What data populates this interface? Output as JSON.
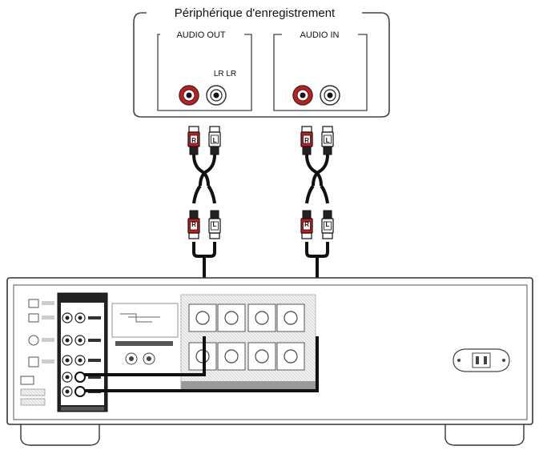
{
  "device": {
    "title": "Périphérique d'enregistrement",
    "audio_out_label": "AUDIO OUT",
    "audio_in_label": "AUDIO IN",
    "lr_label": "LR LR"
  },
  "plugs": {
    "right": "R",
    "left": "L"
  },
  "colors": {
    "red_jack": "#d01818",
    "white_jack": "#ffffff",
    "cable": "#111111",
    "outline": "#333333"
  }
}
